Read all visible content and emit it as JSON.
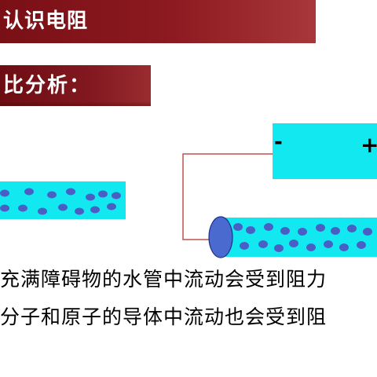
{
  "slide": {
    "title": "认识电阻",
    "subtitle": "比分析：",
    "battery": {
      "negative_label": "-",
      "positive_label": "+"
    },
    "caption_line_1": "充满障碍物的水管中流动会受到阻力",
    "caption_line_2": "分子和原子的导体中流动也会受到阻"
  },
  "colors": {
    "banner": "#8c1a20",
    "cyan": "#12e8f0",
    "dot": "#4a5fc4",
    "wire": "#c0504d",
    "end_cap": "#4a6ad0"
  }
}
